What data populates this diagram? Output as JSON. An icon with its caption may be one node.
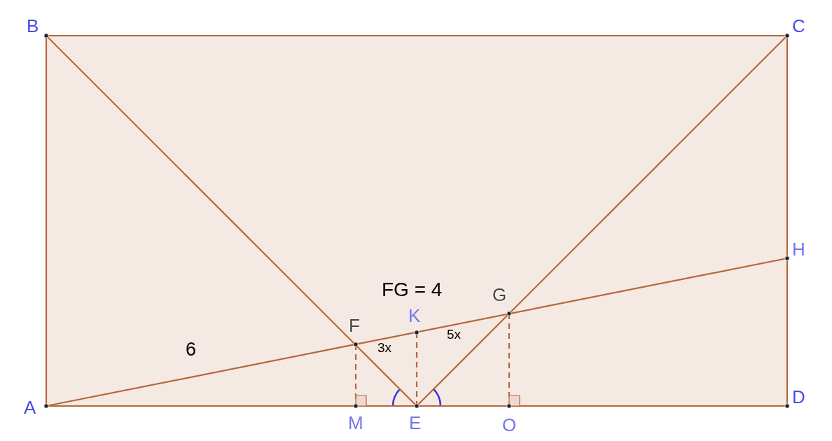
{
  "diagram": {
    "nodes": [
      {
        "text": [
          "A"
        ]
      },
      {
        "text": [
          "B"
        ]
      },
      {
        "text": [
          "C"
        ]
      },
      {
        "text": [
          "D"
        ]
      },
      {
        "text": [
          "E"
        ]
      },
      {
        "text": [
          "F"
        ]
      },
      {
        "text": [
          "G"
        ]
      },
      {
        "text": [
          "H"
        ]
      },
      {
        "text": [
          "K"
        ]
      },
      {
        "text": [
          "M"
        ]
      },
      {
        "text": [
          "O"
        ]
      }
    ],
    "edges": [
      {
        "from": 0,
        "to": 1,
        "arrow": "none"
      },
      {
        "from": 1,
        "to": 2,
        "arrow": "none"
      },
      {
        "from": 2,
        "to": 7,
        "arrow": "none"
      },
      {
        "from": 7,
        "to": 3,
        "arrow": "none"
      },
      {
        "from": 0,
        "to": 3,
        "arrow": "none"
      },
      {
        "from": 1,
        "to": 4,
        "arrow": "none"
      },
      {
        "from": 4,
        "to": 2,
        "arrow": "none"
      },
      {
        "from": 0,
        "to": 7,
        "arrow": "none"
      },
      {
        "from": 5,
        "to": 9,
        "arrow": "other",
        "style": "dashed"
      },
      {
        "from": 8,
        "to": 4,
        "arrow": "none",
        "style": "dashed"
      },
      {
        "from": 6,
        "to": 10,
        "arrow": "other",
        "style": "dashed"
      }
    ],
    "labels": [
      "FG = 4",
      "5x",
      "6",
      "3x"
    ]
  }
}
